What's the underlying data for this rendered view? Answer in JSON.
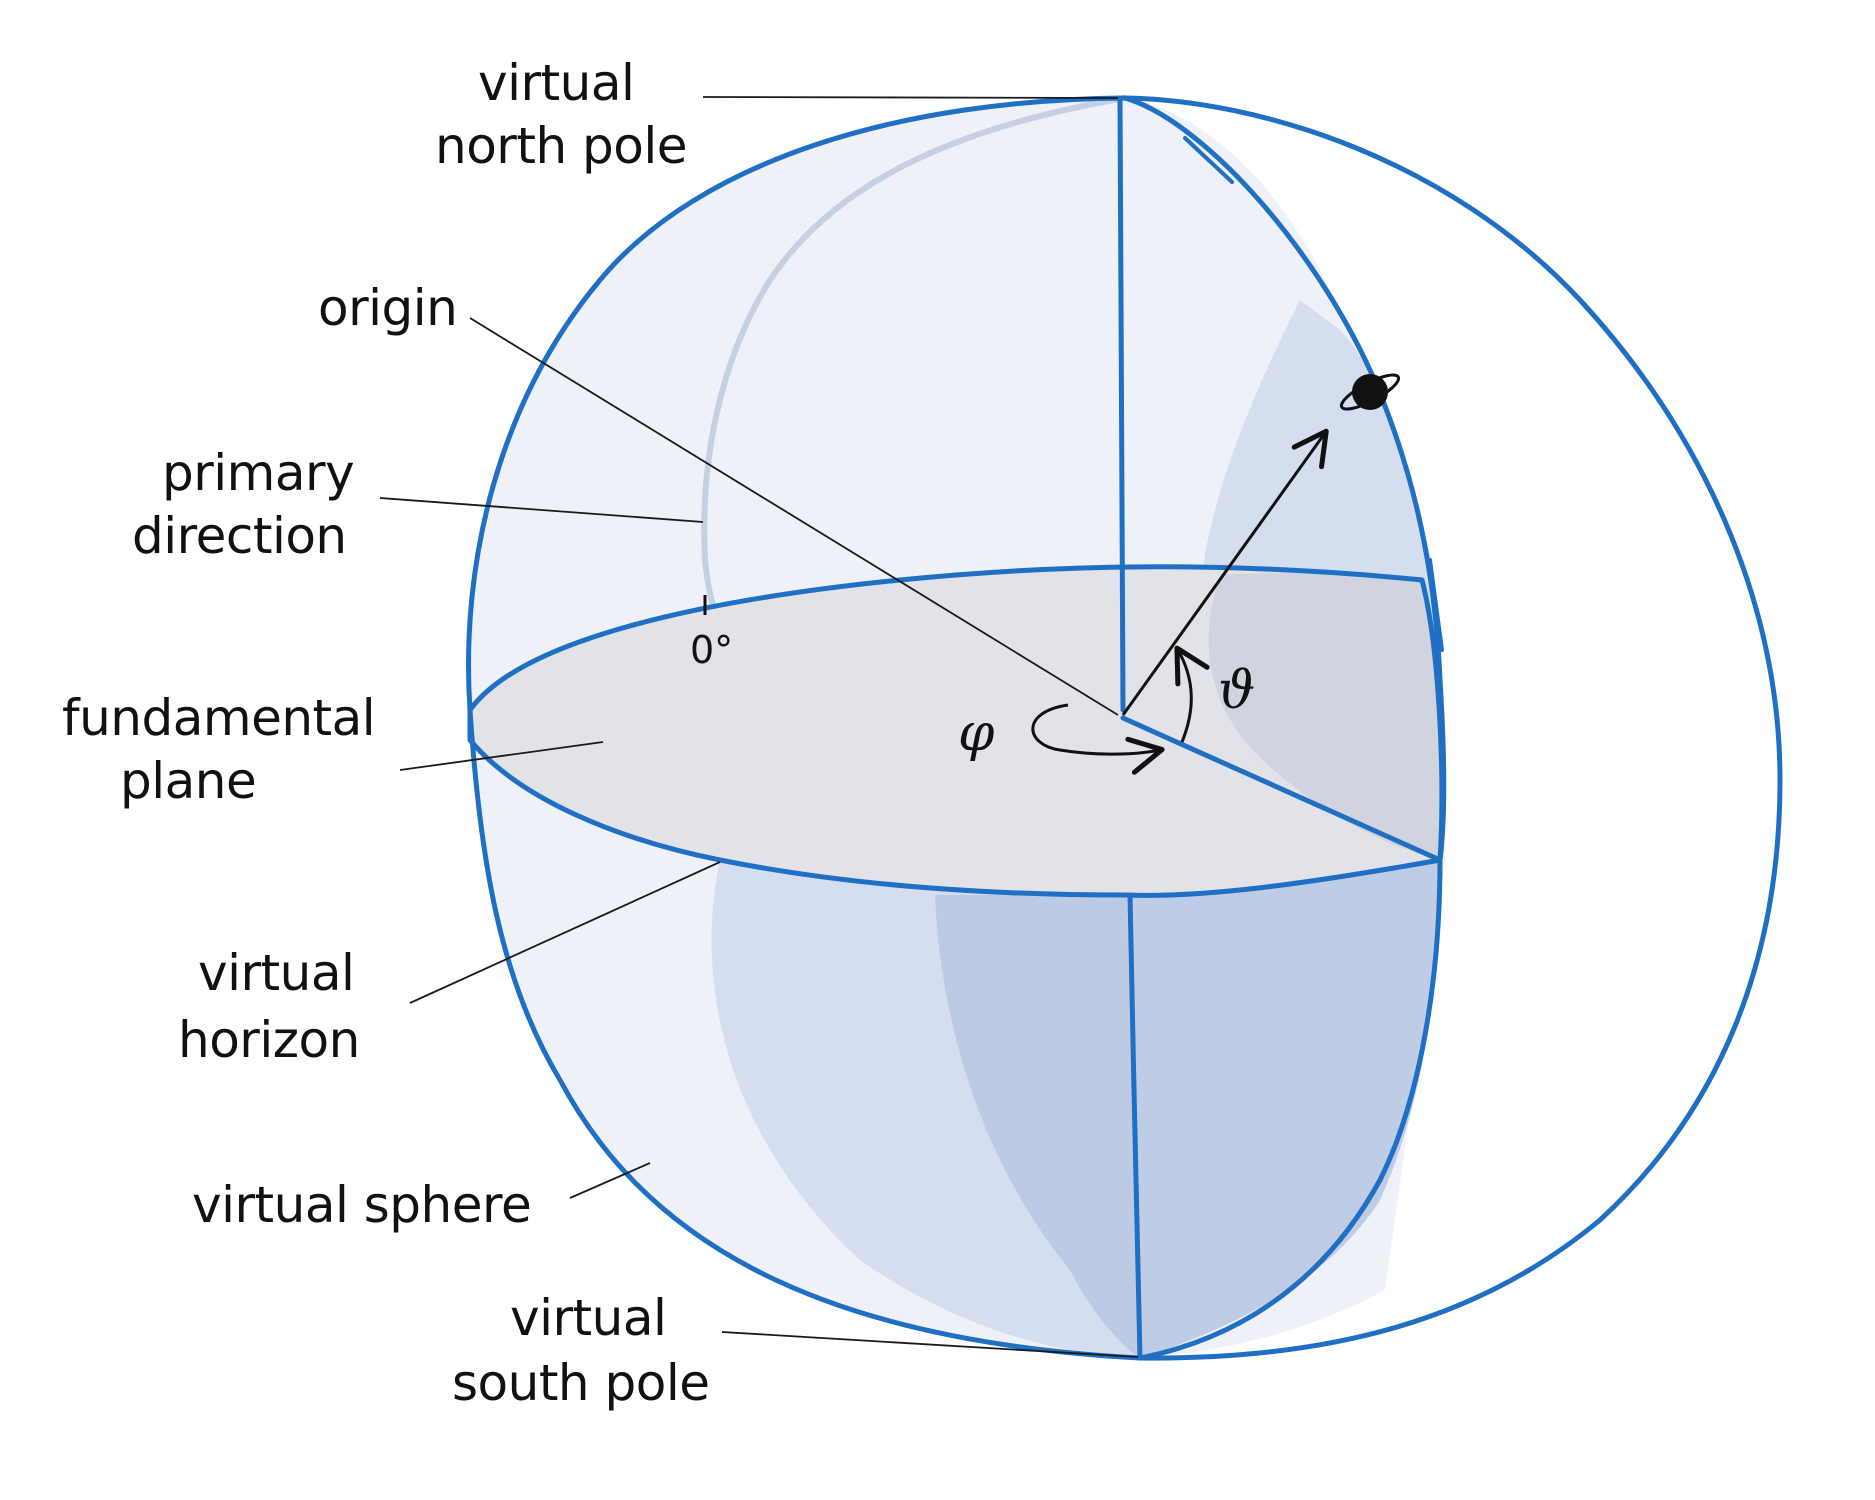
{
  "labels": {
    "north_pole_1": "virtual",
    "north_pole_2": "north pole",
    "origin": "origin",
    "primary_direction_1": "primary",
    "primary_direction_2": "direction",
    "fundamental_plane_1": "fundamental",
    "fundamental_plane_2": "plane",
    "virtual_horizon_1": "virtual",
    "virtual_horizon_2": "horizon",
    "virtual_sphere": "virtual sphere",
    "south_pole_1": "virtual",
    "south_pole_2": "south pole",
    "zero_degree": "0°",
    "phi": "φ",
    "theta": "ϑ"
  },
  "colors": {
    "sphere_outline": "#1f6fc4",
    "sphere_fill": "#eef1f7",
    "plane_fill": "#e1e3e9",
    "shade_fill": "#d2dcee",
    "dark_shade_fill": "#b9c8e2",
    "ink": "#111111"
  },
  "icons": {
    "object": "planet-icon"
  }
}
